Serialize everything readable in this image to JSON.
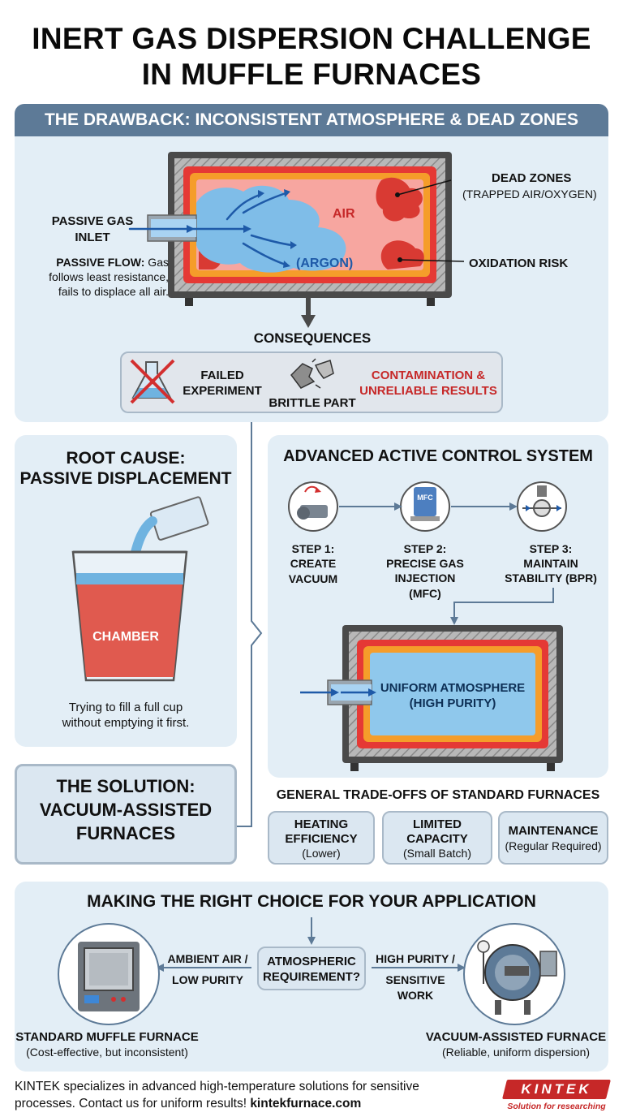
{
  "title": {
    "line1": "INERT GAS DISPERSION CHALLENGE",
    "line2": "IN MUFFLE FURNACES"
  },
  "drawback": {
    "header": "THE DRAWBACK: INCONSISTENT ATMOSPHERE & DEAD ZONES",
    "inlet_line1": "PASSIVE GAS",
    "inlet_line2": "INLET",
    "passive_flow_bold": "PASSIVE FLOW:",
    "passive_flow_line1": " Gas",
    "passive_flow_line2": "follows least resistance,",
    "passive_flow_line3": "fails to displace all air.",
    "air_label": "AIR",
    "argon_label": "(ARGON)",
    "dead_zones_line1": "DEAD ZONES",
    "dead_zones_line2": "(TRAPPED AIR/OXYGEN)",
    "oxidation": "OXIDATION RISK",
    "consequences": "CONSEQUENCES",
    "failed_line1": "FAILED",
    "failed_line2": "EXPERIMENT",
    "brittle": "BRITTLE PART",
    "contam_line1": "CONTAMINATION &",
    "contam_line2": "UNRELIABLE RESULTS"
  },
  "root_cause": {
    "line1": "ROOT CAUSE:",
    "line2": "PASSIVE DISPLACEMENT",
    "chamber": "CHAMBER",
    "caption_line1": "Trying to fill a full cup",
    "caption_line2": "without emptying it first."
  },
  "solution": {
    "line1": "THE SOLUTION:",
    "line2": "VACUUM-ASSISTED",
    "line3": "FURNACES"
  },
  "active": {
    "header": "ADVANCED ACTIVE CONTROL SYSTEM",
    "mfc_badge": "MFC",
    "steps": [
      {
        "line1": "STEP 1:",
        "line2": "CREATE VACUUM",
        "line3": ""
      },
      {
        "line1": "STEP 2:",
        "line2": "PRECISE GAS",
        "line3": "INJECTION (MFC)"
      },
      {
        "line1": "STEP 3:",
        "line2": "MAINTAIN",
        "line3": "STABILITY (BPR)"
      }
    ],
    "uniform_line1": "UNIFORM ATMOSPHERE",
    "uniform_line2": "(HIGH PURITY)"
  },
  "tradeoffs": {
    "header": "GENERAL TRADE-OFFS OF STANDARD FURNACES",
    "items": [
      {
        "line1": "HEATING",
        "line2": "EFFICIENCY",
        "line3": "(Lower)"
      },
      {
        "line1": "LIMITED",
        "line2": "CAPACITY",
        "line3": "(Small Batch)"
      },
      {
        "line1": "MAINTENANCE",
        "line2": "(Regular Required)",
        "line3": ""
      }
    ]
  },
  "choice": {
    "header": "MAKING THE RIGHT CHOICE FOR YOUR APPLICATION",
    "center_line1": "ATMOSPHERIC",
    "center_line2": "REQUIREMENT?",
    "left_line1": "AMBIENT AIR /",
    "left_line2": "LOW PURITY",
    "right_line1": "HIGH PURITY /",
    "right_line2": "SENSITIVE WORK",
    "std_name": "STANDARD MUFFLE FURNACE",
    "std_desc": "(Cost-effective, but inconsistent)",
    "vac_name": "VACUUM-ASSISTED FURNACE",
    "vac_desc": "(Reliable, uniform dispersion)"
  },
  "footer": {
    "line1": "KINTEK specializes in advanced high-temperature solutions for sensitive",
    "line2": "processes. Contact us for uniform results! ",
    "url": "kintekfurnace.com",
    "logo_text": "KINTEK",
    "tagline": "Solution for researching"
  },
  "colors": {
    "bar": "#5d7a97",
    "panel": "#e3eef6",
    "hot": "#e53935",
    "argon": "#7fbde8",
    "accent": "#c62828"
  }
}
